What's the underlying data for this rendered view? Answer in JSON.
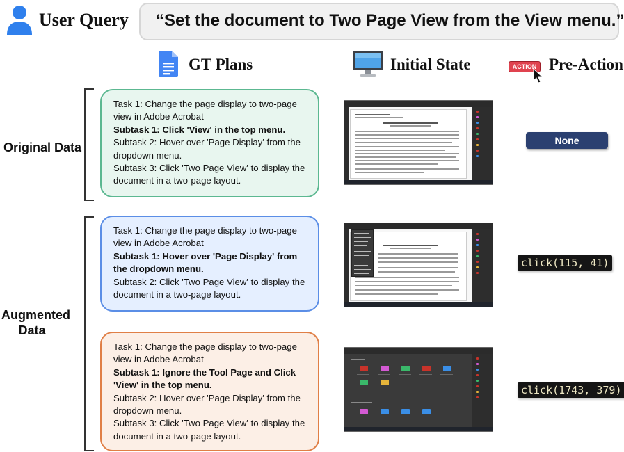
{
  "header": {
    "user_query_label": "User Query",
    "query_text": "“Set the document to Two Page View from the View menu.”"
  },
  "columns": {
    "gt_plans": "GT Plans",
    "initial_state": "Initial State",
    "pre_action": "Pre-Action",
    "action_badge": "ACTION"
  },
  "rows": {
    "original": "Original Data",
    "augmented_line1": "Augmented",
    "augmented_line2": "Data"
  },
  "plans": {
    "original": [
      {
        "text": "Task 1: Change the page display to two-page view in Adobe Acrobat",
        "bold": false
      },
      {
        "text": "Subtask 1: Click 'View' in the top menu.",
        "bold": true
      },
      {
        "text": "Subtask 2: Hover over 'Page Display' from the dropdown menu.",
        "bold": false
      },
      {
        "text": "Subtask 3: Click 'Two Page View' to display the document in a two-page layout.",
        "bold": false
      }
    ],
    "augmented_a": [
      {
        "text": "Task 1: Change the page display to two-page view in Adobe Acrobat",
        "bold": false
      },
      {
        "text": "Subtask 1: Hover over 'Page Display' from the dropdown menu.",
        "bold": true
      },
      {
        "text": "Subtask 2: Click 'Two Page View' to display the document in a two-page layout.",
        "bold": false
      }
    ],
    "augmented_b": [
      {
        "text": "Task 1: Change the page display to two-page view in Adobe Acrobat",
        "bold": false
      },
      {
        "text": "Subtask 1: Ignore the Tool Page and Click 'View' in the top menu.",
        "bold": true
      },
      {
        "text": "Subtask 2: Hover over 'Page Display' from the dropdown menu.",
        "bold": false
      },
      {
        "text": "Subtask 3: Click 'Two Page View' to display the document in a two-page layout.",
        "bold": false
      }
    ]
  },
  "pre_actions": {
    "original": "None",
    "augmented_a": "click(115, 41)",
    "augmented_b": "click(1743, 379)"
  },
  "colors": {
    "green_fill": "#e8f6ef",
    "green_border": "#5cb891",
    "blue_fill": "#e5efff",
    "blue_border": "#5b8ee6",
    "orange_fill": "#fcefe6",
    "orange_border": "#e07f46",
    "action_badge": "#e0434f",
    "none_button": "#2b4070"
  },
  "icons": [
    "user-icon",
    "google-docs-icon",
    "monitor-icon",
    "action-cursor-icon"
  ]
}
